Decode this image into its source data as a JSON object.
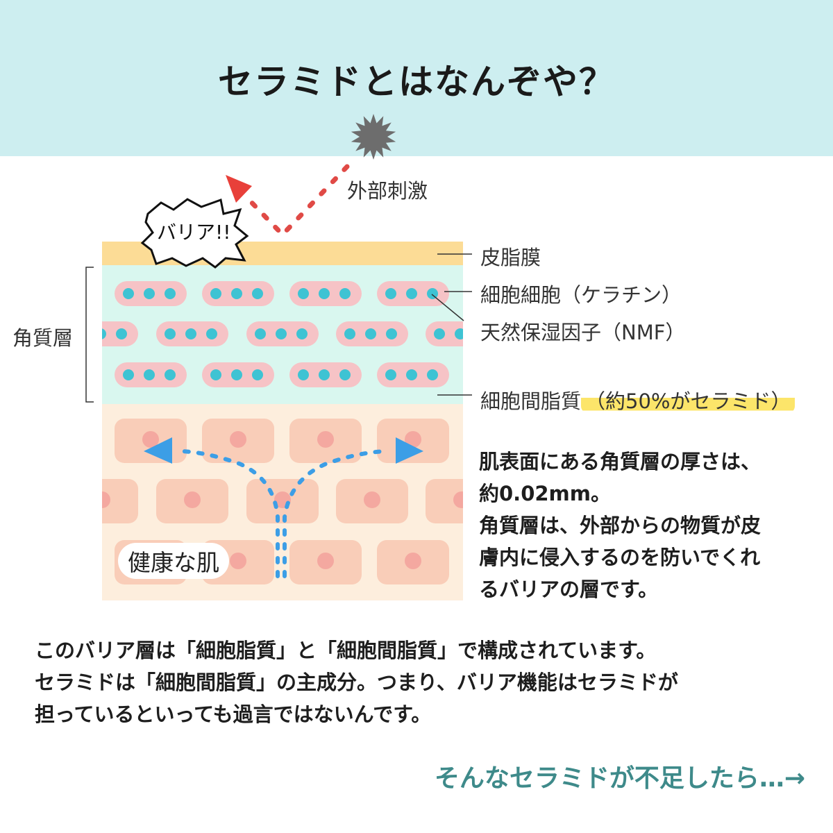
{
  "title": "セラミドとはなんぞや？",
  "diagram": {
    "stimulus_label": "外部刺激",
    "barrier_label": "バリア!!",
    "healthy_skin_label": "健康な肌",
    "stratum_corneum_label": "角質層",
    "labels": {
      "sebum": "皮脂膜",
      "cell": "細胞細胞（ケラチン）",
      "nmf": "天然保湿因子（NMF）",
      "intercellular": "細胞間脂質",
      "intercellular_note": "（約50%がセラミド）"
    },
    "colors": {
      "sebum": "#fcdc96",
      "corneum": "#d9f7ef",
      "cell": "#f6c3c6",
      "dot": "#3ec3d3",
      "lower": "#fdeedd",
      "lower_cell": "#f9cdb8",
      "nucleus": "#f4a8a0",
      "red_arrow": "#e8403a",
      "blue_arrow": "#3c9ee6"
    }
  },
  "side_text": [
    "肌表面にある角質層の厚さは、",
    "約0.02mm。",
    "角質層は、外部からの物質が皮",
    "膚内に侵入するのを防いでくれ",
    "るバリアの層です。"
  ],
  "body_text": [
    "このバリア層は「細胞脂質」と「細胞間脂質」で構成されています。",
    "セラミドは「細胞間脂質」の主成分。つまり、バリア機能はセラミドが",
    "担っているといっても過言ではないんです。"
  ],
  "next_link": "そんなセラミドが不足したら…→"
}
